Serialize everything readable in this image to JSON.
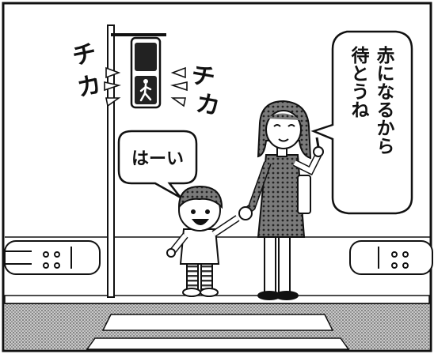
{
  "speech": {
    "child": "はーい",
    "mother_col1": "赤になるから",
    "mother_col2": "待とうね"
  },
  "sfx": {
    "left_chars": [
      "チ",
      "カ"
    ],
    "right_chars": [
      "チ",
      "カ"
    ]
  },
  "colors": {
    "ink": "#111111",
    "paper": "#ffffff",
    "screen_tone": "#9a9a9a"
  }
}
